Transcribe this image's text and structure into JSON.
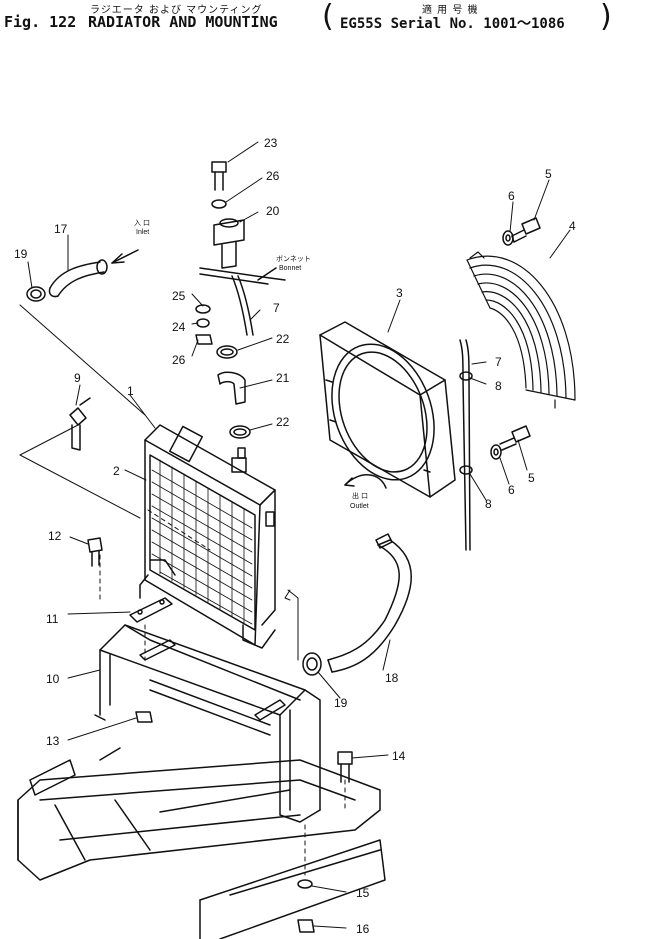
{
  "header": {
    "fig_label": "Fig. 122",
    "title_en": "RADIATOR AND MOUNTING",
    "title_jp": "ラジエータ および マウンティング",
    "applicability_jp": "適 用 号 機",
    "applicability_en": "EG55S Serial No. 1001～1086"
  },
  "annotations": {
    "inlet_jp": "入 口",
    "inlet_en": "Inlet",
    "bonnet_jp": "ボンネット",
    "bonnet_en": "Bonnet",
    "outlet_jp": "出 口",
    "outlet_en": "Outlet"
  },
  "callouts": [
    "1",
    "2",
    "3",
    "4",
    "5",
    "5",
    "6",
    "6",
    "7",
    "7",
    "8",
    "8",
    "9",
    "10",
    "11",
    "12",
    "13",
    "14",
    "15",
    "16",
    "17",
    "18",
    "19",
    "19",
    "20",
    "21",
    "22",
    "22",
    "23",
    "24",
    "25",
    "26",
    "26"
  ]
}
